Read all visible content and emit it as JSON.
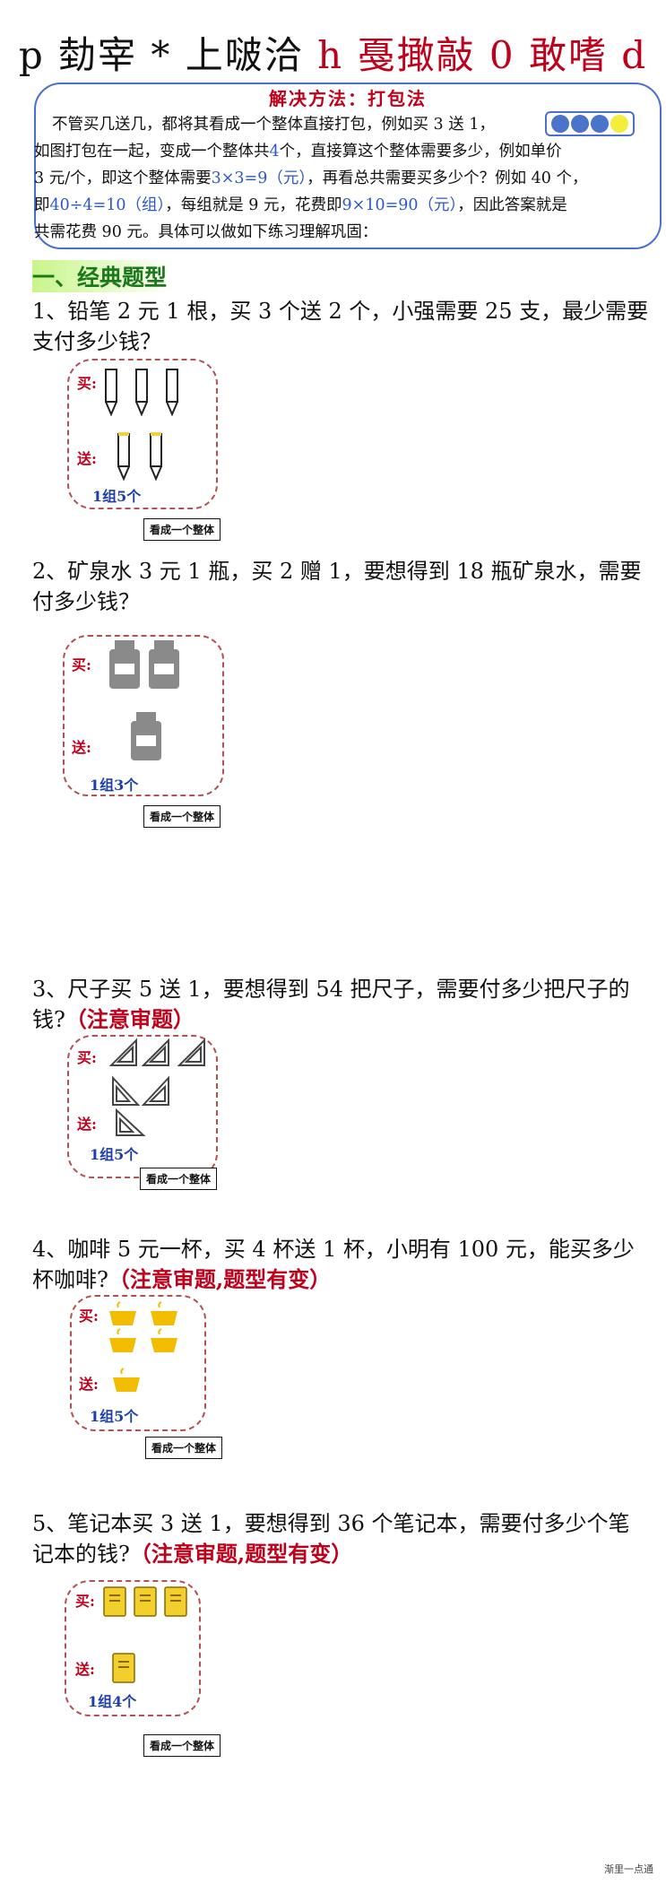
{
  "header": {
    "title_part1": "p 勎宰 * 上啵洽",
    "title_part2": "h 戞撖敲 0 敢嗜 d"
  },
  "method": {
    "title": "解决方法：打包法",
    "line1": "不管买几送几，都将其看成一个整体直接打包，例如买 3 送 1，",
    "line2_a": "如图打包在一起，变成一个整体共",
    "line2_b": "4",
    "line2_c": "个，直接算这个整体需要多少，例如单价",
    "line3_a": "3 元/个，即这个整体需要",
    "line3_b": "3×3=9（元）",
    "line3_c": "，再看总共需要买多少个？例如 40 个，",
    "line4_a": "即",
    "line4_b": "40÷4=10（组）",
    "line4_c": "，每组就是 9 元，花费即",
    "line4_d": "9×10=90（元）",
    "line4_e": "，因此答案就是",
    "line5": "共需花费 90 元。具体可以做如下练习理解巩固：",
    "dots": {
      "blue_count": 3,
      "yellow_count": 1
    }
  },
  "section": {
    "title": "一、经典题型"
  },
  "questions": [
    {
      "line1": "1、铅笔 2 元 1 根，买 3 个送 2 个，小强需要 25 支，最少需要",
      "line2": "支付多少钱？",
      "note": "",
      "buy_label": "买:",
      "give_label": "送:",
      "group": "1组5个",
      "callout": "看成一个整体",
      "icon": "pencil-icon",
      "buy_count": 3,
      "give_count": 2
    },
    {
      "line1": "2、矿泉水 3 元 1 瓶，买 2 赠 1，要想得到 18 瓶矿泉水，需要",
      "line2": "付多少钱？",
      "note": "",
      "buy_label": "买:",
      "give_label": "送:",
      "group": "1组3个",
      "callout": "看成一个整体",
      "icon": "bottle-icon",
      "buy_count": 2,
      "give_count": 1
    },
    {
      "line1": "3、尺子买 5 送 1，要想得到 54 把尺子，需要付多少把尺子的",
      "line2": "钱?",
      "note": "（注意审题）",
      "buy_label": "买:",
      "give_label": "送:",
      "group": "1组5个",
      "callout": "看成一个整体",
      "icon": "triangle-ruler-icon",
      "buy_count": 5,
      "give_count": 1
    },
    {
      "line1": "4、咖啡 5 元一杯，买 4 杯送 1 杯，小明有 100 元，能买多少",
      "line2": "杯咖啡?",
      "note": "（注意审题,题型有变）",
      "buy_label": "买:",
      "give_label": "送:",
      "group": "1组5个",
      "callout": "看成一个整体",
      "icon": "coffee-cup-icon",
      "buy_count": 4,
      "give_count": 1
    },
    {
      "line1": "5、笔记本买 3 送 1，要想得到 36 个笔记本，需要付多少个笔",
      "line2": "记本的钱?",
      "note": "（注意审题,题型有变）",
      "buy_label": "买:",
      "give_label": "送:",
      "group": "1组4个",
      "callout": "看成一个整体",
      "icon": "notebook-icon",
      "buy_count": 3,
      "give_count": 1
    }
  ],
  "footer": {
    "text": "渐里一点通"
  }
}
